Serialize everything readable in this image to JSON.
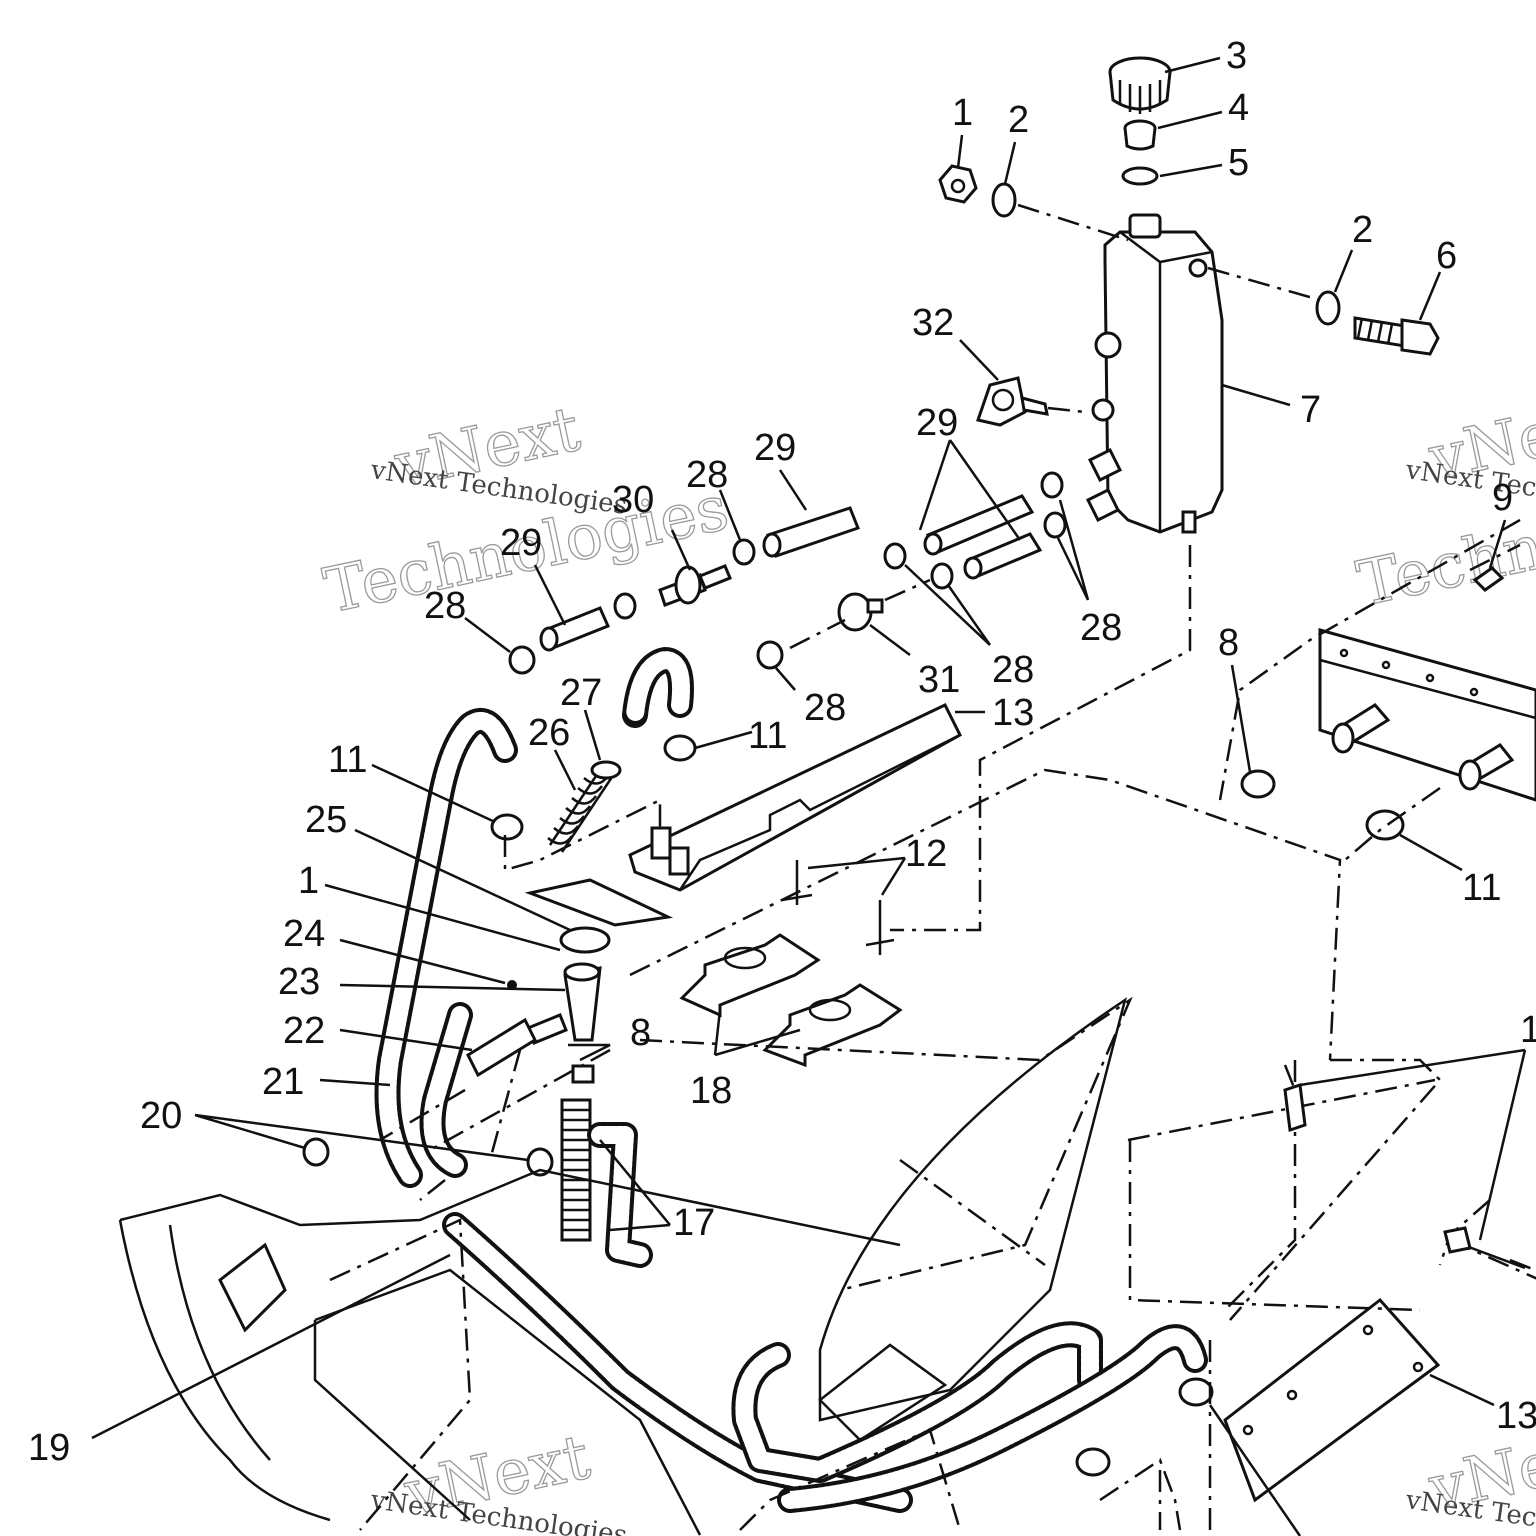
{
  "watermark": {
    "brand": "vNext",
    "word": "Technologies",
    "small": "vNext Technologies"
  },
  "callouts": [
    {
      "id": "c1a",
      "text": "1"
    },
    {
      "id": "c2a",
      "text": "2"
    },
    {
      "id": "c3",
      "text": "3"
    },
    {
      "id": "c4",
      "text": "4"
    },
    {
      "id": "c5",
      "text": "5"
    },
    {
      "id": "c2b",
      "text": "2"
    },
    {
      "id": "c6",
      "text": "6"
    },
    {
      "id": "c32",
      "text": "32"
    },
    {
      "id": "c7",
      "text": "7"
    },
    {
      "id": "c29a",
      "text": "29"
    },
    {
      "id": "c29b",
      "text": "29"
    },
    {
      "id": "c28a",
      "text": "28"
    },
    {
      "id": "c30",
      "text": "30"
    },
    {
      "id": "c29c",
      "text": "29"
    },
    {
      "id": "c28b",
      "text": "28"
    },
    {
      "id": "c28c",
      "text": "28"
    },
    {
      "id": "c28d",
      "text": "28"
    },
    {
      "id": "c28e",
      "text": "28"
    },
    {
      "id": "c31",
      "text": "31"
    },
    {
      "id": "c13a",
      "text": "13"
    },
    {
      "id": "c8a",
      "text": "8"
    },
    {
      "id": "c9",
      "text": "9"
    },
    {
      "id": "c11a",
      "text": "11"
    },
    {
      "id": "c11b",
      "text": "11"
    },
    {
      "id": "c11c",
      "text": "11"
    },
    {
      "id": "c27",
      "text": "27"
    },
    {
      "id": "c26",
      "text": "26"
    },
    {
      "id": "c25",
      "text": "25"
    },
    {
      "id": "c12",
      "text": "12"
    },
    {
      "id": "c1b",
      "text": "1"
    },
    {
      "id": "c24",
      "text": "24"
    },
    {
      "id": "c23",
      "text": "23"
    },
    {
      "id": "c22",
      "text": "22"
    },
    {
      "id": "c21",
      "text": "21"
    },
    {
      "id": "c8b",
      "text": "8"
    },
    {
      "id": "c18",
      "text": "18"
    },
    {
      "id": "c20",
      "text": "20"
    },
    {
      "id": "c17",
      "text": "17"
    },
    {
      "id": "c19",
      "text": "19"
    },
    {
      "id": "c13b",
      "text": "13"
    },
    {
      "id": "c1edge",
      "text": "1"
    }
  ]
}
